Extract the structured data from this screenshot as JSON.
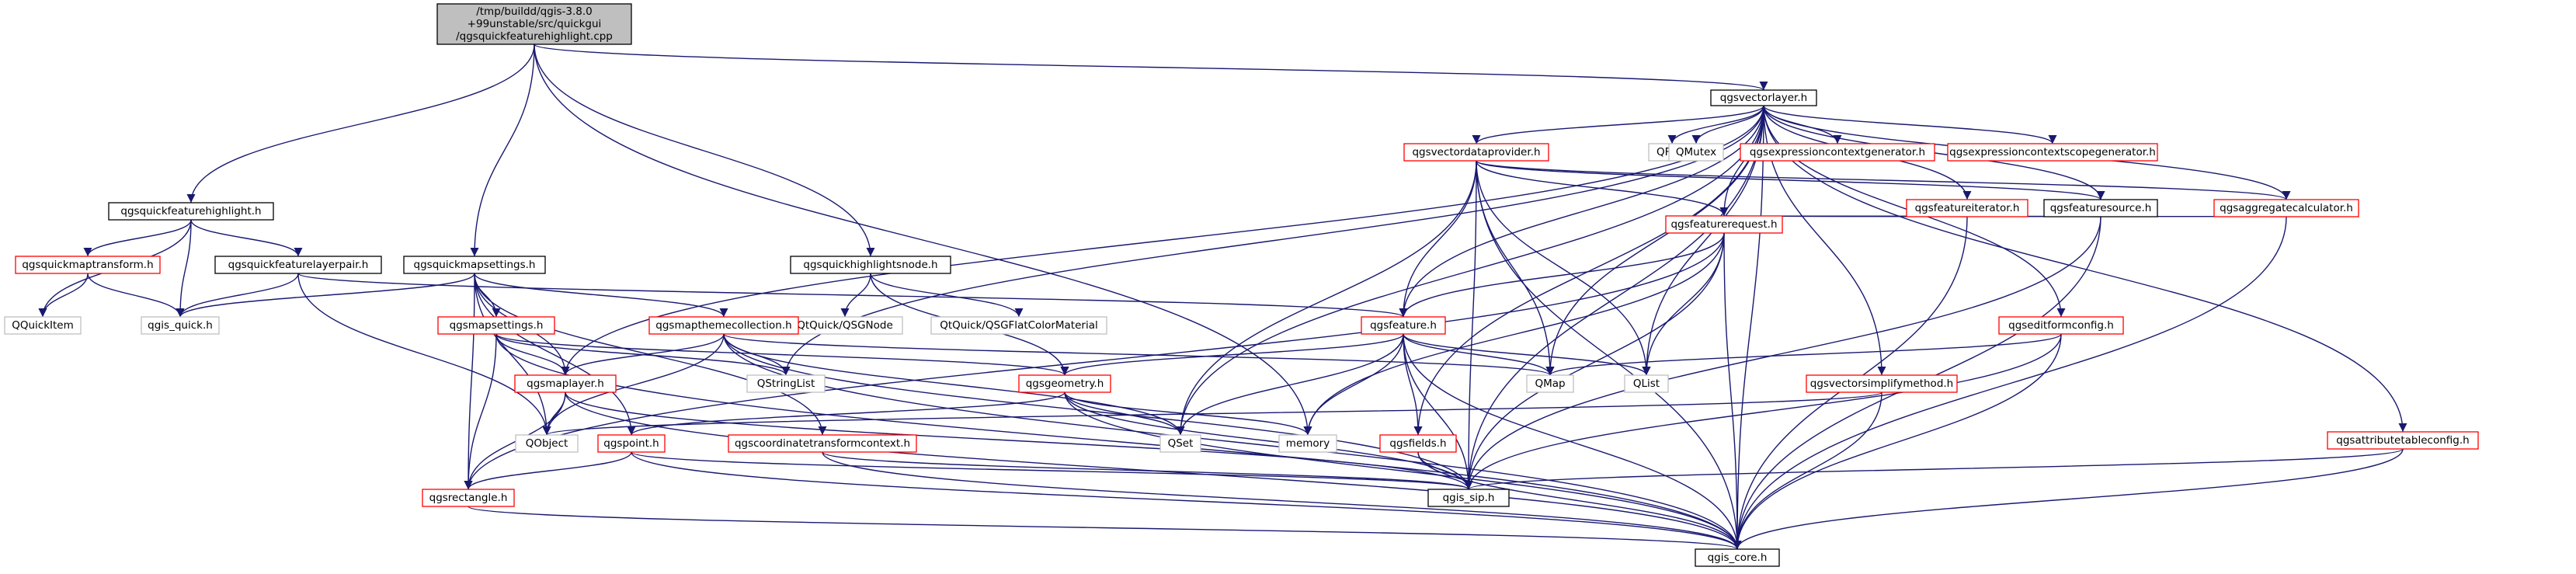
{
  "colors": {
    "edge": "#191970",
    "border_normal": "#000000",
    "border_missing": "#ff0000",
    "border_external": "#bfbfbf",
    "fill_root": "#bfbfbf",
    "fill_normal": "#ffffff"
  },
  "nodes": [
    {
      "id": "root",
      "lines": [
        "/tmp/buildd/qgis-3.8.0",
        "+99unstable/src/quickgui",
        "/qgsquickfeaturehighlight.cpp"
      ],
      "kind": "root"
    },
    {
      "id": "vectorlayer",
      "lines": [
        "qgsvectorlayer.h"
      ],
      "kind": "normal"
    },
    {
      "id": "fhl",
      "lines": [
        "qgsquickfeaturehighlight.h"
      ],
      "kind": "normal"
    },
    {
      "id": "maptransform",
      "lines": [
        "qgsquickmaptransform.h"
      ],
      "kind": "missing"
    },
    {
      "id": "qquickitem",
      "lines": [
        "QQuickItem"
      ],
      "kind": "external"
    },
    {
      "id": "qgisquick",
      "lines": [
        "qgis_quick.h"
      ],
      "kind": "external"
    },
    {
      "id": "flp",
      "lines": [
        "qgsquickfeaturelayerpair.h"
      ],
      "kind": "normal"
    },
    {
      "id": "qms",
      "lines": [
        "qgsquickmapsettings.h"
      ],
      "kind": "normal"
    },
    {
      "id": "hln",
      "lines": [
        "qgsquickhighlightsnode.h"
      ],
      "kind": "normal"
    },
    {
      "id": "qtsgn",
      "lines": [
        "QtQuick/QSGNode"
      ],
      "kind": "external"
    },
    {
      "id": "qtsgf",
      "lines": [
        "QtQuick/QSGFlatColorMaterial"
      ],
      "kind": "external"
    },
    {
      "id": "mapsettings",
      "lines": [
        "qgsmapsettings.h"
      ],
      "kind": "missing"
    },
    {
      "id": "maptheme",
      "lines": [
        "qgsmapthemecollection.h"
      ],
      "kind": "missing"
    },
    {
      "id": "maplayer",
      "lines": [
        "qgsmaplayer.h"
      ],
      "kind": "missing"
    },
    {
      "id": "qstringlist",
      "lines": [
        "QStringList"
      ],
      "kind": "external"
    },
    {
      "id": "qobject",
      "lines": [
        "QObject"
      ],
      "kind": "external"
    },
    {
      "id": "qgspoint",
      "lines": [
        "qgspoint.h"
      ],
      "kind": "missing"
    },
    {
      "id": "rectangle",
      "lines": [
        "qgsrectangle.h"
      ],
      "kind": "missing"
    },
    {
      "id": "coordxf",
      "lines": [
        "qgscoordinatetransformcontext.h"
      ],
      "kind": "missing"
    },
    {
      "id": "vdp",
      "lines": [
        "qgsvectordataprovider.h"
      ],
      "kind": "missing"
    },
    {
      "id": "qfont",
      "lines": [
        "QFont"
      ],
      "kind": "external"
    },
    {
      "id": "qmutex",
      "lines": [
        "QMutex"
      ],
      "kind": "external"
    },
    {
      "id": "ecg",
      "lines": [
        "qgsexpressioncontextgenerator.h"
      ],
      "kind": "missing"
    },
    {
      "id": "escg",
      "lines": [
        "qgsexpressioncontextscopegenerator.h"
      ],
      "kind": "missing"
    },
    {
      "id": "fiter",
      "lines": [
        "qgsfeatureiterator.h"
      ],
      "kind": "missing"
    },
    {
      "id": "fsource",
      "lines": [
        "qgsfeaturesource.h"
      ],
      "kind": "normal"
    },
    {
      "id": "aggcalc",
      "lines": [
        "qgsaggregatecalculator.h"
      ],
      "kind": "missing"
    },
    {
      "id": "freq",
      "lines": [
        "qgsfeaturerequest.h"
      ],
      "kind": "missing"
    },
    {
      "id": "feature",
      "lines": [
        "qgsfeature.h"
      ],
      "kind": "missing"
    },
    {
      "id": "geometry",
      "lines": [
        "qgsgeometry.h"
      ],
      "kind": "missing"
    },
    {
      "id": "qmap",
      "lines": [
        "QMap"
      ],
      "kind": "external"
    },
    {
      "id": "qlist",
      "lines": [
        "QList"
      ],
      "kind": "external"
    },
    {
      "id": "qset",
      "lines": [
        "QSet"
      ],
      "kind": "external"
    },
    {
      "id": "memory",
      "lines": [
        "memory"
      ],
      "kind": "external"
    },
    {
      "id": "fields",
      "lines": [
        "qgsfields.h"
      ],
      "kind": "missing"
    },
    {
      "id": "qgissip",
      "lines": [
        "qgis_sip.h"
      ],
      "kind": "normal"
    },
    {
      "id": "qgiscore",
      "lines": [
        "qgis_core.h"
      ],
      "kind": "normal"
    },
    {
      "id": "editform",
      "lines": [
        "qgseditformconfig.h"
      ],
      "kind": "missing"
    },
    {
      "id": "vsimp",
      "lines": [
        "qgsvectorsimplifymethod.h"
      ],
      "kind": "missing"
    },
    {
      "id": "atc",
      "lines": [
        "qgsattributetableconfig.h"
      ],
      "kind": "missing"
    }
  ],
  "edges": [
    [
      "root",
      "vectorlayer"
    ],
    [
      "root",
      "fhl"
    ],
    [
      "root",
      "qms"
    ],
    [
      "root",
      "hln"
    ],
    [
      "root",
      "memory"
    ],
    [
      "fhl",
      "maptransform"
    ],
    [
      "fhl",
      "qquickitem"
    ],
    [
      "fhl",
      "qgisquick"
    ],
    [
      "fhl",
      "flp"
    ],
    [
      "maptransform",
      "qquickitem"
    ],
    [
      "maptransform",
      "qgisquick"
    ],
    [
      "flp",
      "qgisquick"
    ],
    [
      "flp",
      "feature"
    ],
    [
      "flp",
      "qobject"
    ],
    [
      "qms",
      "qgisquick"
    ],
    [
      "qms",
      "mapsettings"
    ],
    [
      "qms",
      "maptheme"
    ],
    [
      "qms",
      "maplayer"
    ],
    [
      "qms",
      "qobject"
    ],
    [
      "qms",
      "coordxf"
    ],
    [
      "qms",
      "qgspoint"
    ],
    [
      "qms",
      "rectangle"
    ],
    [
      "hln",
      "qtsgn"
    ],
    [
      "hln",
      "qtsgf"
    ],
    [
      "hln",
      "geometry"
    ],
    [
      "mapsettings",
      "maplayer"
    ],
    [
      "mapsettings",
      "qstringlist"
    ],
    [
      "mapsettings",
      "geometry"
    ],
    [
      "mapsettings",
      "rectangle"
    ],
    [
      "mapsettings",
      "qgiscore"
    ],
    [
      "maptheme",
      "maplayer"
    ],
    [
      "maptheme",
      "qstringlist"
    ],
    [
      "maptheme",
      "qobject"
    ],
    [
      "maptheme",
      "qmap"
    ],
    [
      "maptheme",
      "qset"
    ],
    [
      "maptheme",
      "qgissip"
    ],
    [
      "maptheme",
      "qgiscore"
    ],
    [
      "maplayer",
      "qobject"
    ],
    [
      "maplayer",
      "rectangle"
    ],
    [
      "maplayer",
      "qgissip"
    ],
    [
      "maplayer",
      "qgiscore"
    ],
    [
      "qgspoint",
      "rectangle"
    ],
    [
      "qgspoint",
      "qgissip"
    ],
    [
      "qgspoint",
      "qgiscore"
    ],
    [
      "rectangle",
      "qgiscore"
    ],
    [
      "coordxf",
      "qgissip"
    ],
    [
      "coordxf",
      "qgiscore"
    ],
    [
      "vectorlayer",
      "vdp"
    ],
    [
      "vectorlayer",
      "qfont"
    ],
    [
      "vectorlayer",
      "qmutex"
    ],
    [
      "vectorlayer",
      "ecg"
    ],
    [
      "vectorlayer",
      "escg"
    ],
    [
      "vectorlayer",
      "fiter"
    ],
    [
      "vectorlayer",
      "fsource"
    ],
    [
      "vectorlayer",
      "aggcalc"
    ],
    [
      "vectorlayer",
      "freq"
    ],
    [
      "vectorlayer",
      "feature"
    ],
    [
      "vectorlayer",
      "maplayer"
    ],
    [
      "vectorlayer",
      "qmap"
    ],
    [
      "vectorlayer",
      "qlist"
    ],
    [
      "vectorlayer",
      "qset"
    ],
    [
      "vectorlayer",
      "qstringlist"
    ],
    [
      "vectorlayer",
      "fields"
    ],
    [
      "vectorlayer",
      "editform"
    ],
    [
      "vectorlayer",
      "vsimp"
    ],
    [
      "vectorlayer",
      "atc"
    ],
    [
      "vectorlayer",
      "qgissip"
    ],
    [
      "vectorlayer",
      "qgiscore"
    ],
    [
      "vdp",
      "fsource"
    ],
    [
      "vdp",
      "aggcalc"
    ],
    [
      "vdp",
      "freq"
    ],
    [
      "vdp",
      "feature"
    ],
    [
      "vdp",
      "qmap"
    ],
    [
      "vdp",
      "qlist"
    ],
    [
      "vdp",
      "qset"
    ],
    [
      "vdp",
      "qgissip"
    ],
    [
      "vdp",
      "qgiscore"
    ],
    [
      "fiter",
      "freq"
    ],
    [
      "fiter",
      "qgiscore"
    ],
    [
      "fsource",
      "freq"
    ],
    [
      "fsource",
      "qgissip"
    ],
    [
      "fsource",
      "qgiscore"
    ],
    [
      "aggcalc",
      "freq"
    ],
    [
      "aggcalc",
      "qgiscore"
    ],
    [
      "freq",
      "feature"
    ],
    [
      "freq",
      "rectangle"
    ],
    [
      "freq",
      "qlist"
    ],
    [
      "freq",
      "memory"
    ],
    [
      "freq",
      "qgissip"
    ],
    [
      "freq",
      "qgiscore"
    ],
    [
      "feature",
      "geometry"
    ],
    [
      "feature",
      "qmap"
    ],
    [
      "feature",
      "qlist"
    ],
    [
      "feature",
      "qset"
    ],
    [
      "feature",
      "memory"
    ],
    [
      "feature",
      "fields"
    ],
    [
      "feature",
      "qgissip"
    ],
    [
      "feature",
      "qgiscore"
    ],
    [
      "geometry",
      "qgspoint"
    ],
    [
      "geometry",
      "qset"
    ],
    [
      "geometry",
      "memory"
    ],
    [
      "geometry",
      "qgissip"
    ],
    [
      "geometry",
      "qgiscore"
    ],
    [
      "fields",
      "qgissip"
    ],
    [
      "fields",
      "qgiscore"
    ],
    [
      "editform",
      "qmap"
    ],
    [
      "editform",
      "qgissip"
    ],
    [
      "editform",
      "qgiscore"
    ],
    [
      "vsimp",
      "qobject"
    ],
    [
      "vsimp",
      "qgiscore"
    ],
    [
      "atc",
      "qgissip"
    ],
    [
      "atc",
      "qgiscore"
    ]
  ]
}
